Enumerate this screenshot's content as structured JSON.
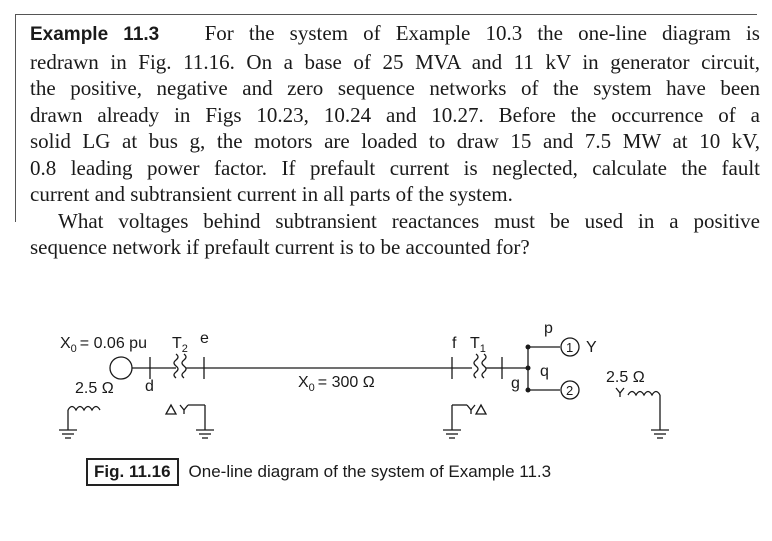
{
  "example": {
    "label": "Example 11.3",
    "lines": [
      "For the system of Example 10.3 the one-line diagram is",
      "redrawn in Fig. 11.16. On a base of 25 MVA and 11 kV in generator circuit,",
      "the positive, negative and zero sequence networks of the system have been",
      "drawn already in Figs 10.23, 10.24 and 10.27. Before the occurrence of a",
      "solid LG at bus g, the motors are loaded to draw 15 and 7.5 MW at 10 kV,",
      "0.8 leading power factor. If prefault current is neglected, calculate the fault",
      "current and subtransient current in all parts of the system."
    ],
    "question_lines": [
      "What voltages behind subtransient reactances must be used in a positive",
      "sequence network if prefault current is to be accounted for?"
    ]
  },
  "diagram": {
    "gen_x0": "X",
    "gen_x0_sub": "0",
    "gen_x0_value": "= 0.06 pu",
    "gen_resistor": "2.5 Ω",
    "t2_label": "T",
    "t2_sub": "2",
    "bus_e": "e",
    "bus_d": "d",
    "line_x0": "X",
    "line_x0_sub": "0",
    "line_x0_value": "= 300 Ω",
    "bus_f": "f",
    "t1_label": "T",
    "t1_sub": "1",
    "bus_g": "g",
    "bus_p": "p",
    "bus_q": "q",
    "motor1": "1",
    "motor2": "2",
    "motor_y": "Y",
    "motor_resistor": "2.5 Ω"
  },
  "caption": {
    "fig_number": "Fig. 11.16",
    "text": "One-line diagram of the system of Example 11.3"
  }
}
